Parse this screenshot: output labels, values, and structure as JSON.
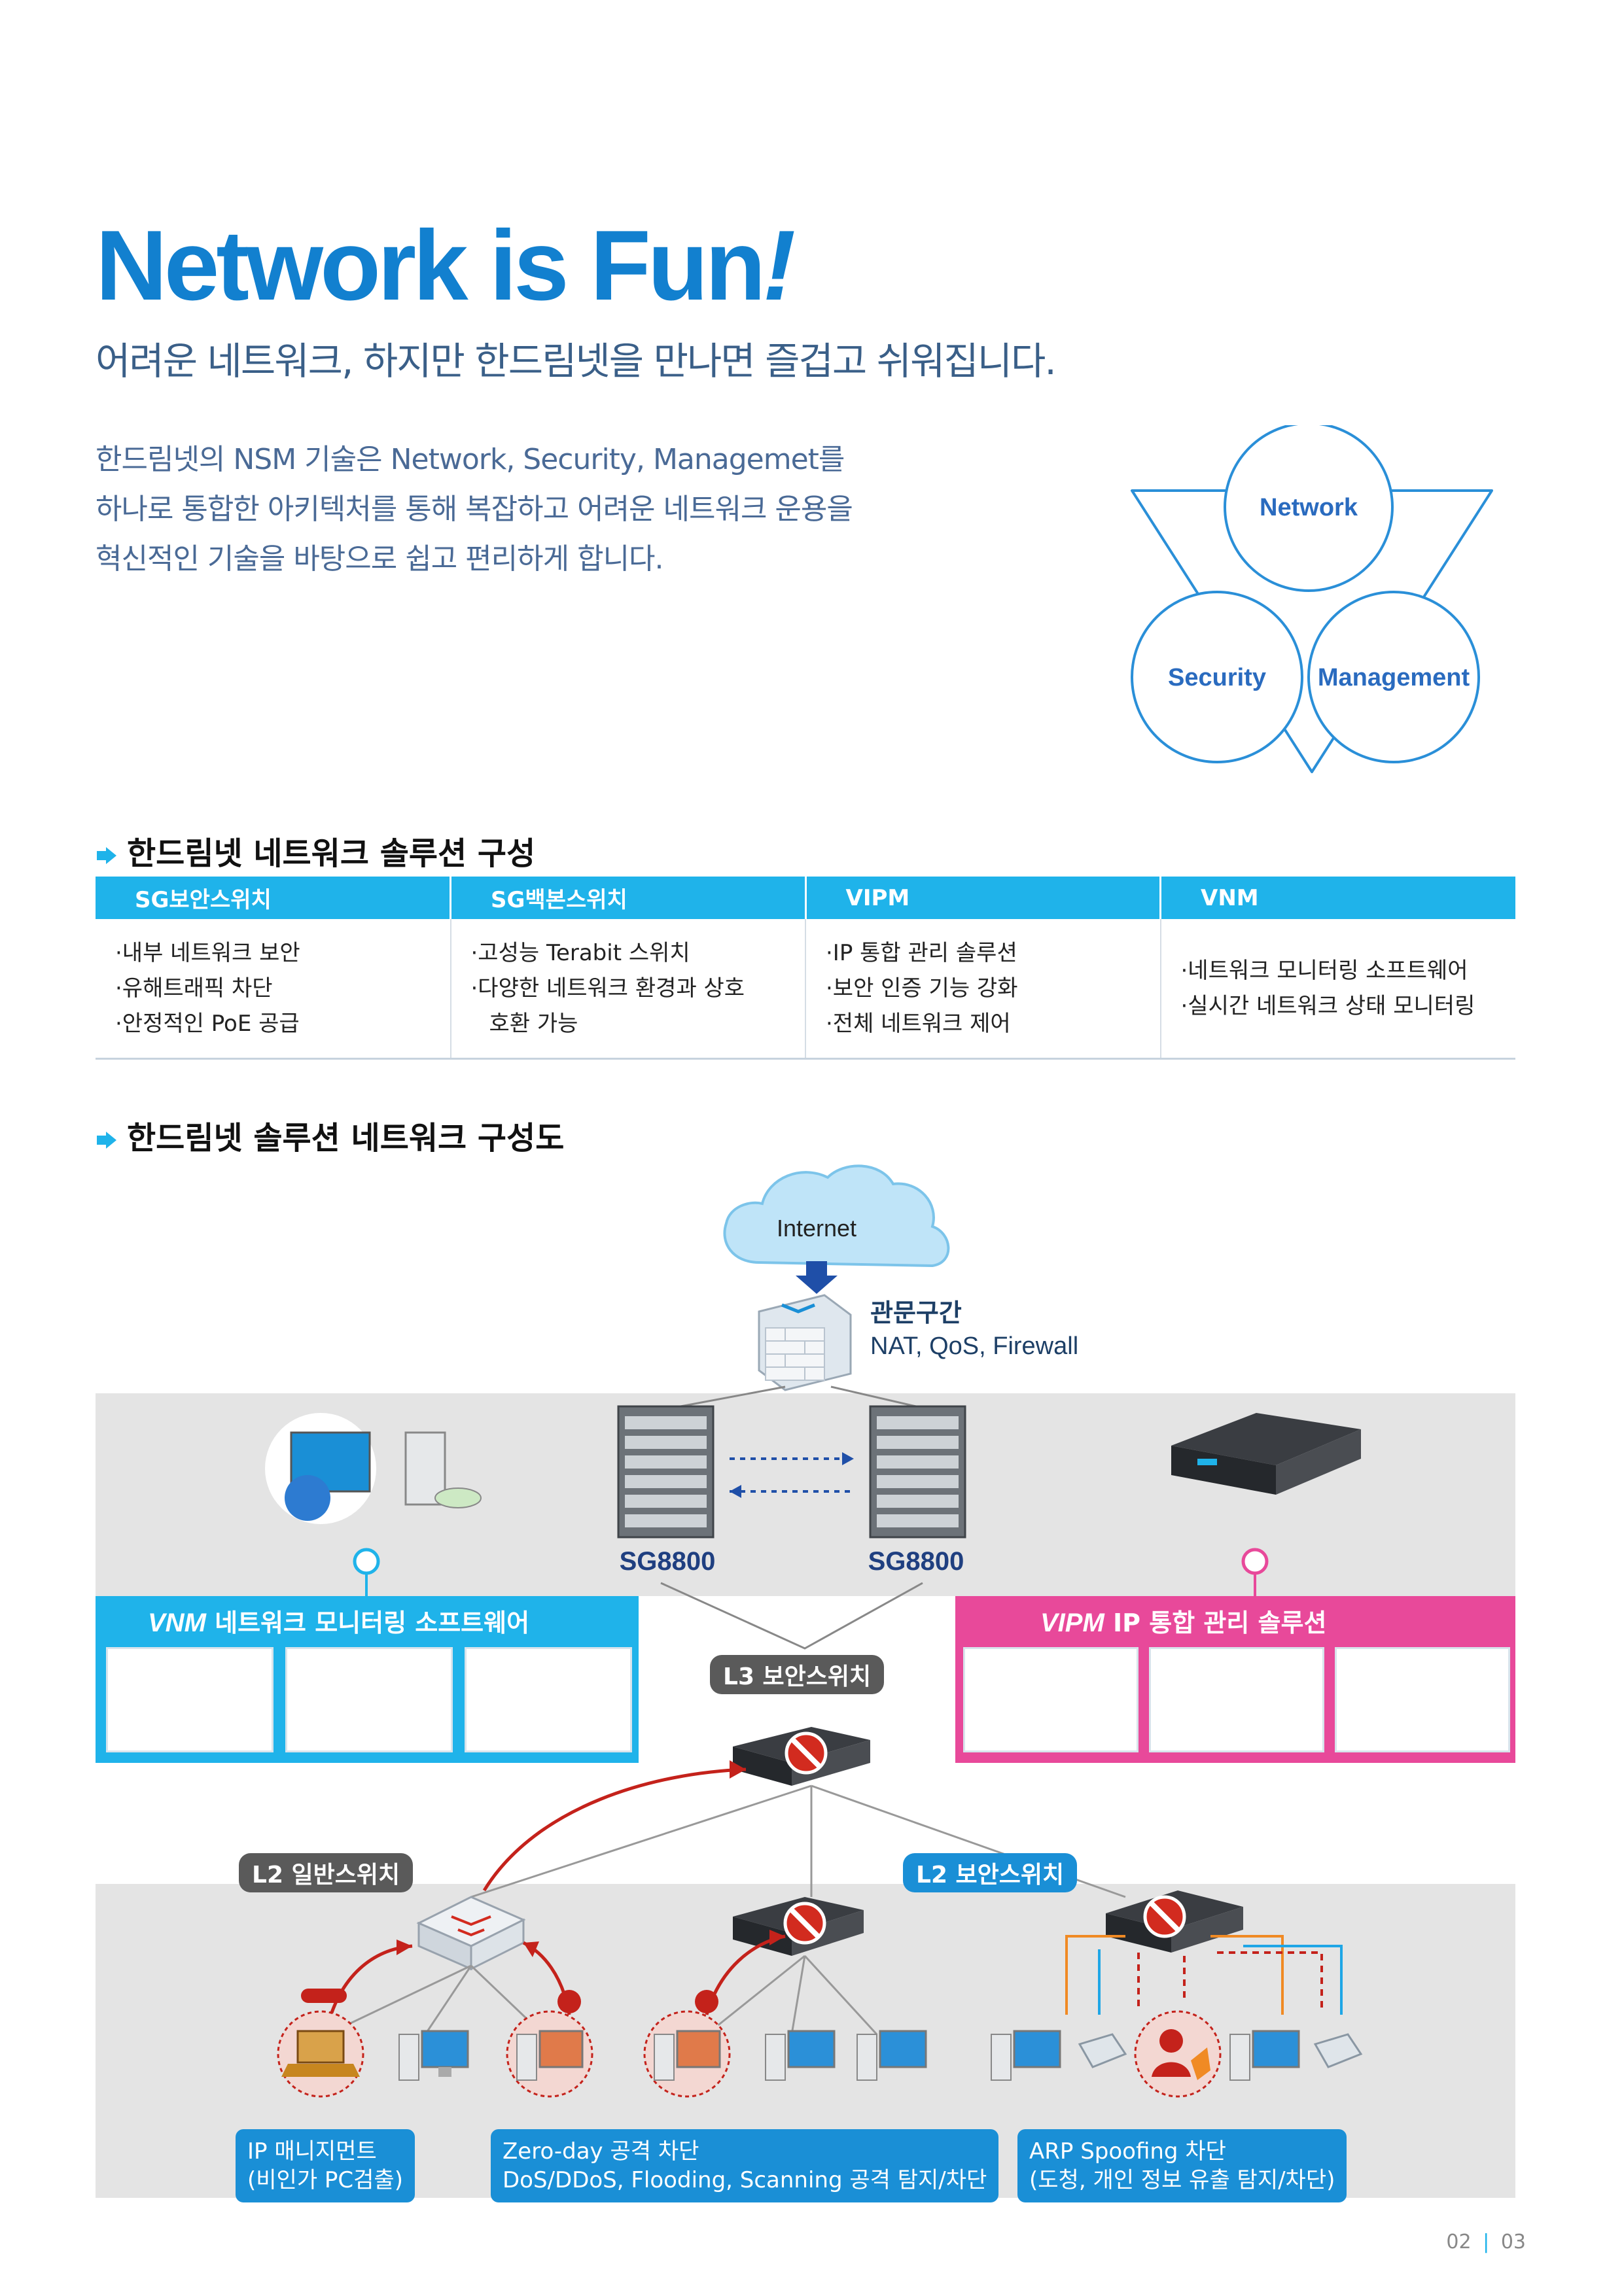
{
  "header": {
    "title_main": "Network is Fun",
    "title_bang": "!",
    "subtitle": "어려운 네트워크, 하지만 한드림넷을 만나면 즐겁고 쉬워집니다."
  },
  "intro": {
    "lines": [
      "한드림넷의 NSM 기술은 Network, Security, Managemet를",
      "하나로 통합한 아키텍처를 통해 복잡하고 어려운 네트워크 운용을",
      "혁신적인 기술을 바탕으로 쉽고 편리하게 합니다."
    ]
  },
  "venn": {
    "network": "Network",
    "security": "Security",
    "management": "Management",
    "color": "#2a8fd8"
  },
  "solutions": {
    "heading": "한드림넷 네트워크 솔루션 구성",
    "columns": [
      {
        "header": "SG보안스위치",
        "items": [
          "·내부 네트워크 보안",
          "·유해트래픽 차단",
          "·안정적인 PoE 공급"
        ]
      },
      {
        "header": "SG백본스위치",
        "items": [
          "·고성능 Terabit 스위치",
          "·다양한 네트워크 환경과 상호",
          "  호환 가능"
        ]
      },
      {
        "header": "VIPM",
        "items": [
          "·IP 통합 관리 솔루션",
          "·보안 인증 기능 강화",
          "·전체 네트워크 제어"
        ]
      },
      {
        "header": "VNM",
        "items": [
          "·네트워크 모니터링 소프트웨어",
          "·실시간 네트워크 상태 모니터링"
        ]
      }
    ],
    "header_color": "#1fb3ea"
  },
  "diagram": {
    "heading": "한드림넷 솔루션 네트워크 구성도",
    "internet": "Internet",
    "gateway_title": "관문구간",
    "gateway_desc": "NAT, QoS, Firewall",
    "backbone_left": "SG8800",
    "backbone_right": "SG8800",
    "vnm_logo": "VNM",
    "vnm_panel": "네트워크 모니터링 소프트웨어",
    "vipm_logo": "VIPM",
    "vipm_panel": "IP 통합 관리 솔루션",
    "l3_label": "L3 보안스위치",
    "l2_general": "L2 일반스위치",
    "l2_security": "L2 보안스위치",
    "callout_ip_line1": "IP 매니지먼트",
    "callout_ip_line2": "(비인가 PC검출)",
    "callout_zero_line1": "Zero-day 공격 차단",
    "callout_zero_line2": "DoS/DDoS, Flooding, Scanning 공격 탐지/차단",
    "callout_arp_line1": "ARP Spoofing 차단",
    "callout_arp_line2": "(도청, 개인 정보 유출 탐지/차단)",
    "vnm_color": "#1fb3ea",
    "vipm_color": "#e8499a",
    "attack_color": "#d22b1f"
  },
  "footer": {
    "page_left": "02",
    "page_sep": "|",
    "page_right": "03"
  }
}
